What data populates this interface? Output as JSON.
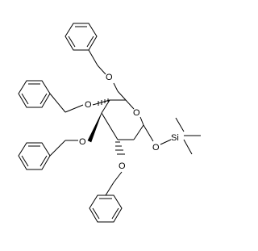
{
  "structure": {
    "atom_labels": {
      "o_top": "O",
      "o_left_upper": "O",
      "o_ring": "O",
      "o_left_lower": "O",
      "o_anomeric": "O",
      "o_bottom": "O",
      "si": "Si"
    }
  }
}
